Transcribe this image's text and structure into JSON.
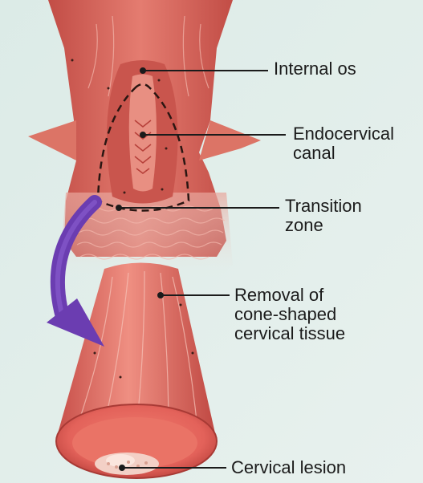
{
  "labels": {
    "internal_os": "Internal os",
    "endocervical_canal": "Endocervical\ncanal",
    "transition_zone": "Transition\nzone",
    "removal": "Removal of\ncone-shaped\ncervical tissue",
    "cervical_lesion": "Cervical lesion"
  },
  "colors": {
    "background": "#e3efec",
    "tissue": "#d9645c",
    "tissue_dark": "#b8443e",
    "tissue_light": "#f0a598",
    "arrow": "#6b3db1",
    "leader_line": "#1b1b1b"
  }
}
